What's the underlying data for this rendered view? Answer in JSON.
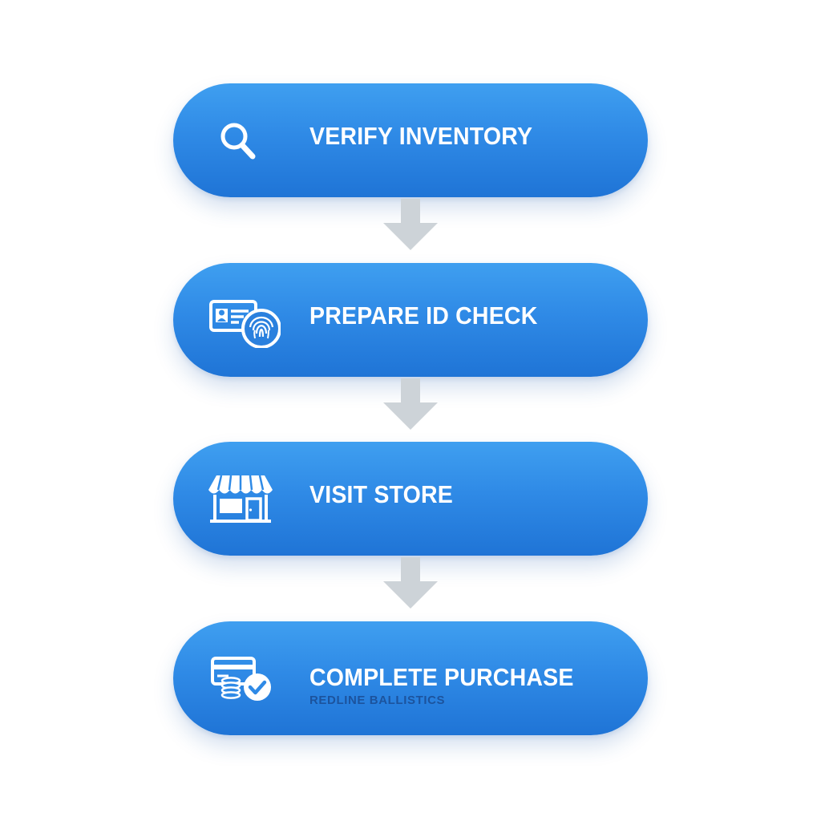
{
  "steps": [
    {
      "label": "VERIFY INVENTORY",
      "icon": "search-icon"
    },
    {
      "label": "PREPARE ID CHECK",
      "icon": "id-card-fingerprint-icon"
    },
    {
      "label": "VISIT STORE",
      "icon": "storefront-icon"
    },
    {
      "label": "COMPLETE PURCHASE",
      "icon": "payment-check-icon",
      "watermark": "REDLINE BALLISTICS"
    }
  ],
  "colors": {
    "step_fill": "#2f8ae6",
    "step_text": "#ffffff",
    "arrow": "#cdd3d8",
    "background": "#ffffff"
  }
}
